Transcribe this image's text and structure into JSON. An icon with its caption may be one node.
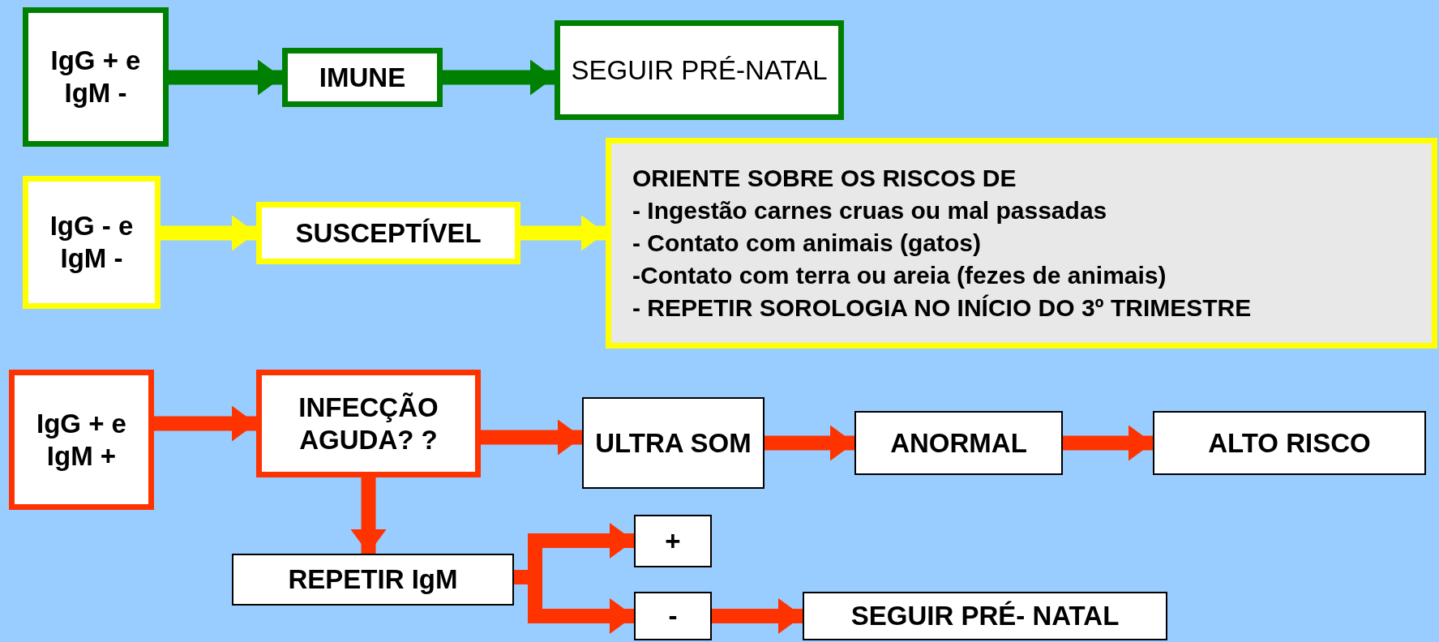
{
  "diagram": {
    "nodes": [
      {
        "text": [
          "IgG + e IgM -"
        ]
      },
      {
        "text": [
          "IMUNE"
        ]
      },
      {
        "text": [
          "SEGUIR PRÉ-NATAL"
        ]
      },
      {
        "text": [
          "IgG - e IgM -"
        ]
      },
      {
        "text": [
          "SUSCEPTÍVEL"
        ]
      },
      {
        "text": [
          "ORIENTE SOBRE OS RISCOS DE",
          "- Ingestão carnes cruas ou mal passadas",
          "- Contato com animais (gatos)",
          "-Contato com terra ou areia (fezes de animais)",
          "- REPETIR SOROLOGIA NO INÍCIO DO 3º TRIMESTRE"
        ]
      },
      {
        "text": [
          "IgG + e IgM +"
        ]
      },
      {
        "text": [
          "INFECÇÃO AGUDA? ?"
        ]
      },
      {
        "text": [
          "ULTRA SOM"
        ]
      },
      {
        "text": [
          "ANORMAL"
        ]
      },
      {
        "text": [
          "ALTO RISCO"
        ]
      },
      {
        "text": [
          "REPETIR IgM"
        ]
      },
      {
        "text": [
          "+"
        ]
      },
      {
        "text": [
          "-"
        ]
      },
      {
        "text": [
          "SEGUIR PRÉ- NATAL"
        ]
      }
    ],
    "edges": [
      {
        "from": 0,
        "to": 1,
        "arrow": "to",
        "color": "#008000"
      },
      {
        "from": 1,
        "to": 2,
        "arrow": "to",
        "color": "#008000"
      },
      {
        "from": 3,
        "to": 4,
        "arrow": "to",
        "color": "#ffff00"
      },
      {
        "from": 4,
        "to": 5,
        "arrow": "to",
        "color": "#ffff00"
      },
      {
        "from": 6,
        "to": 7,
        "arrow": "to"
      },
      {
        "from": 7,
        "to": 8,
        "arrow": "to"
      },
      {
        "from": 8,
        "to": 9,
        "arrow": "to"
      },
      {
        "from": 9,
        "to": 10,
        "arrow": "to"
      },
      {
        "from": 7,
        "to": 11,
        "arrow": "to"
      },
      {
        "from": 11,
        "to": 12,
        "arrow": "to"
      },
      {
        "from": 11,
        "to": 13,
        "arrow": "to"
      },
      {
        "from": 13,
        "to": 14,
        "arrow": "to"
      }
    ]
  }
}
